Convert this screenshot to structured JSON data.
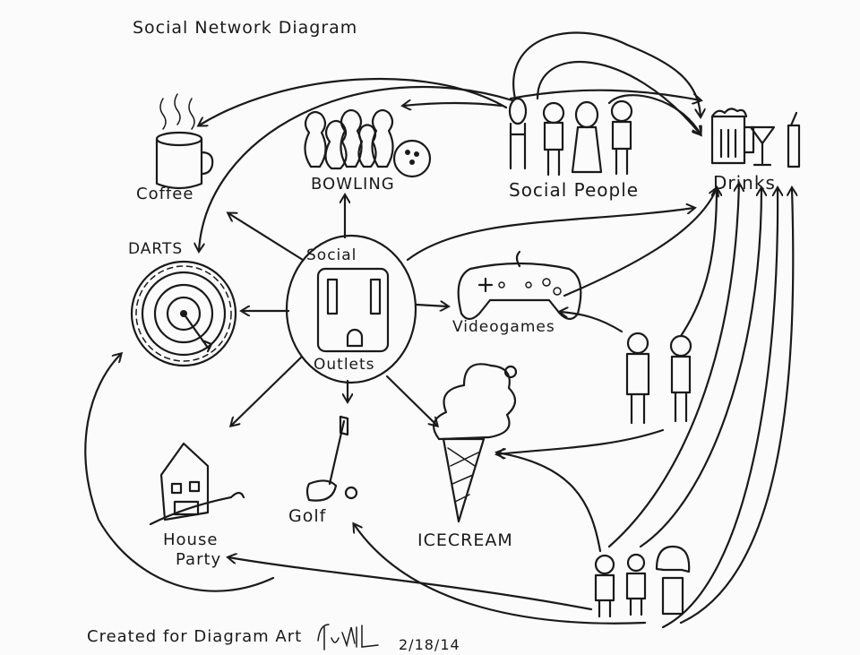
{
  "title": "Social Network Diagram",
  "center": {
    "top": "Social",
    "bottom": "Outlets"
  },
  "nodes": {
    "coffee": "Coffee",
    "bowling": "BOWLING",
    "social_people": "Social People",
    "drinks": "Drinks",
    "darts": "DARTS",
    "videogames": "Videogames",
    "icecream": "ICECREAM",
    "golf": "Golf",
    "house_party_1": "House",
    "house_party_2": "Party"
  },
  "footer": {
    "credit": "Created for Diagram Art",
    "date": "2/18/14",
    "signature": "Tim"
  }
}
